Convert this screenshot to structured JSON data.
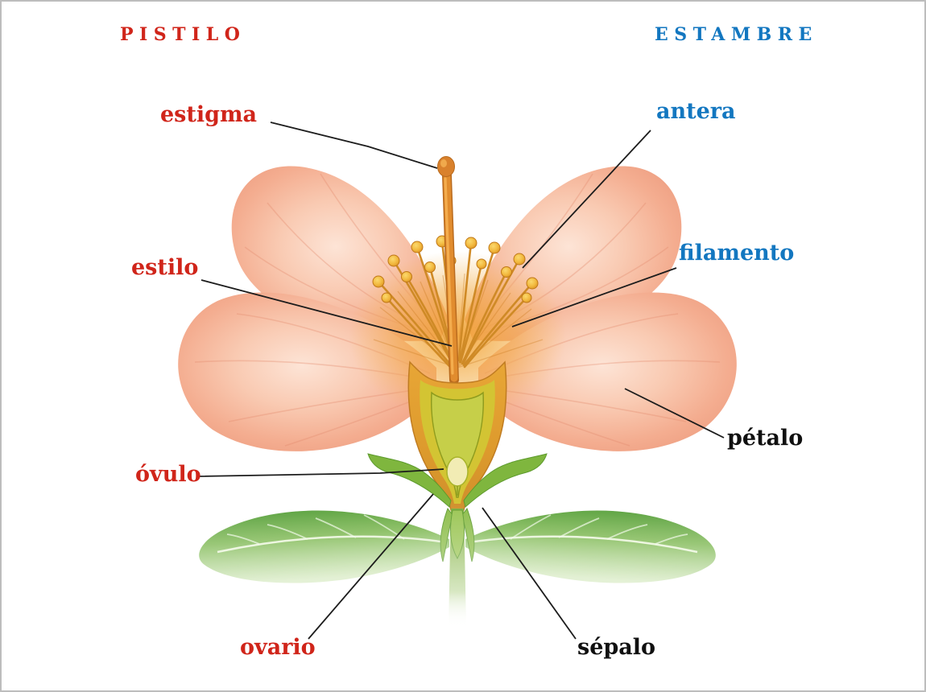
{
  "page": {
    "background": "#ffffff",
    "frame_color": "#bdbdbd"
  },
  "headers": {
    "pistilo": {
      "label": "PISTILO",
      "color": "#d0251a"
    },
    "estambre": {
      "label": "ESTAMBRE",
      "color": "#1377c0"
    }
  },
  "labels": {
    "estigma": {
      "text": "estigma",
      "color": "#d0251a",
      "group": "pistilo"
    },
    "antera": {
      "text": "antera",
      "color": "#1377c0",
      "group": "estambre"
    },
    "estilo": {
      "text": "estilo",
      "color": "#d0251a",
      "group": "pistilo"
    },
    "filamento": {
      "text": "filamento",
      "color": "#1377c0",
      "group": "estambre"
    },
    "petalo": {
      "text": "pétalo",
      "color": "#101010",
      "group": "none"
    },
    "ovulo": {
      "text": "óvulo",
      "color": "#d0251a",
      "group": "pistilo"
    },
    "ovario": {
      "text": "ovario",
      "color": "#d0251a",
      "group": "pistilo"
    },
    "sepalo": {
      "text": "sépalo",
      "color": "#101010",
      "group": "none"
    }
  },
  "illustration": {
    "subject": "flower anatomy cross-section",
    "colors": {
      "petal": "#f4ae90",
      "petal_light": "#fde4d6",
      "center_glow": "#f3a83c",
      "pistil": "#d8842c",
      "anther": "#f2bc43",
      "ovary_outer": "#e09a2e",
      "ovary_inner": "#cfd04a",
      "ovule": "#f2ecb4",
      "sepal": "#7fb63e",
      "leaf": "#5ca23c",
      "leader_line": "#1c1c1c"
    }
  }
}
